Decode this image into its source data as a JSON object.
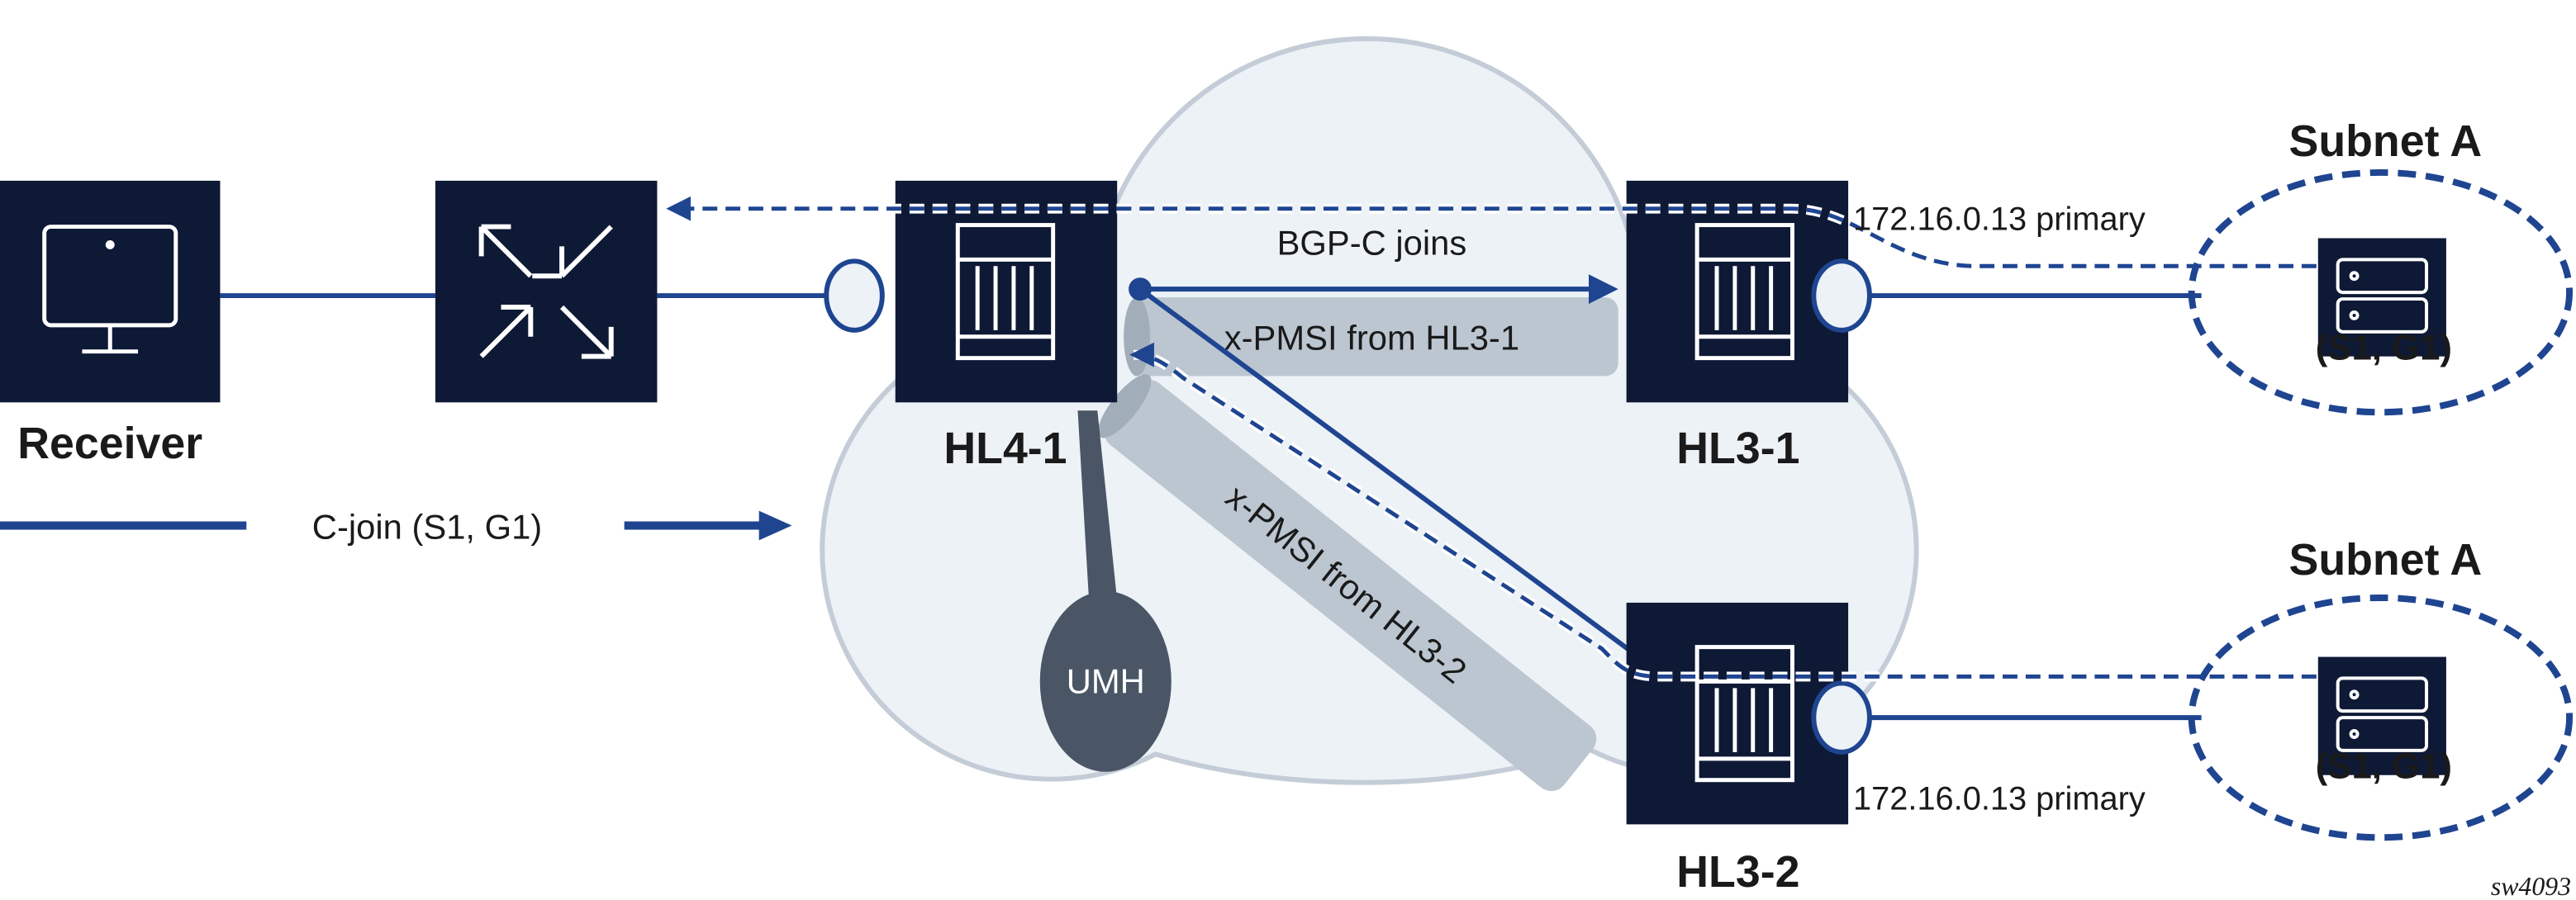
{
  "colors": {
    "navy": "#0e1936",
    "blue": "#1f4591",
    "cloud_fill": "#edf2f7",
    "cloud_stroke": "#c4cdd7",
    "tube": "#bcc6d1",
    "umh": "#4a5666"
  },
  "receiver": {
    "label": "Receiver",
    "icon": "monitor-icon"
  },
  "switch": {
    "icon": "switch-arrows-icon"
  },
  "routers": {
    "hl4_1": "HL4-1",
    "hl3_1": "HL3-1",
    "hl3_2": "HL3-2"
  },
  "links": {
    "bgp": "BGP-C joins",
    "pmsi_1": "x-PMSI from HL3-1",
    "pmsi_2": "x-PMSI from HL3-2",
    "primary_1": "172.16.0.13 primary",
    "primary_2": "172.16.0.13 primary"
  },
  "umh": "UMH",
  "subnets": [
    {
      "title": "Subnet A",
      "source": "(S1, G1)"
    },
    {
      "title": "Subnet A",
      "source": "(S1, G1)"
    }
  ],
  "legend": {
    "cjoin": "C-join (S1, G1)"
  },
  "figure_id": "sw4093"
}
